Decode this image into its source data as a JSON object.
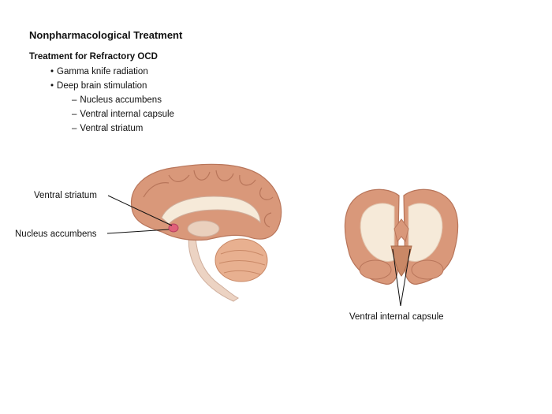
{
  "slide": {
    "title": "Nonpharmacological Treatment",
    "subtitle": "Treatment for Refractory OCD",
    "bullets": [
      {
        "text": "Gamma knife radiation",
        "sub": []
      },
      {
        "text": "Deep brain stimulation",
        "sub": [
          "Nucleus accumbens",
          "Ventral internal capsule",
          "Ventral striatum"
        ]
      }
    ]
  },
  "figure": {
    "labels": {
      "ventral_striatum": "Ventral striatum",
      "nucleus_accumbens": "Nucleus accumbens",
      "ventral_internal_capsule": "Ventral internal capsule"
    },
    "colors": {
      "cortex": "#d9987a",
      "cortex_dark": "#b8755a",
      "white_matter": "#f6ead9",
      "highlight": "#e0607a",
      "cerebellum": "#e8b090",
      "brainstem": "#ecd3c3"
    }
  }
}
